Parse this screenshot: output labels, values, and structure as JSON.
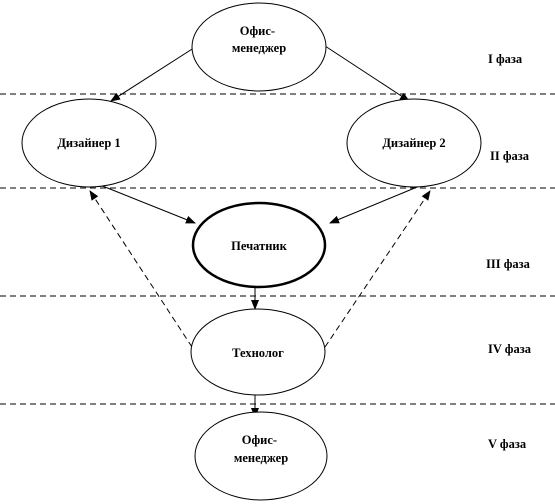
{
  "nodes": {
    "office_manager_top": [
      "Офис-",
      "менеджер"
    ],
    "designer1": "Дизайнер 1",
    "designer2": "Дизайнер 2",
    "printer": "Печатник",
    "technologist": "Технолог",
    "office_manager_bottom": [
      "Офис-",
      "менеджер"
    ]
  },
  "phases": [
    "I фаза",
    "II фаза",
    "III фаза",
    "IV фаза",
    "V фаза"
  ]
}
